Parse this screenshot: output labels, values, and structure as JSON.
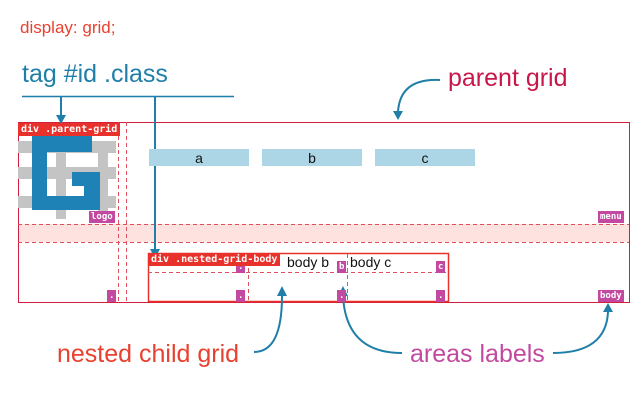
{
  "heading": "display: grid;",
  "selector_label": "tag #id .class",
  "parent_tag": "div .parent-grid",
  "nested_tag": "div .nested-grid-body",
  "menu_cells": [
    "a",
    "b",
    "c"
  ],
  "nested_cells": [
    "body b",
    "body c"
  ],
  "area_labels": {
    "logo": "logo",
    "menu": "menu",
    "body": "body",
    "dot": ".",
    "b": "b",
    "c": "c"
  },
  "callouts": {
    "parent": "parent grid",
    "nested": "nested child grid",
    "areas": "areas labels"
  },
  "colors": {
    "heading": "#e8412f",
    "selector": "#1f7fa8",
    "parent_callout": "#c8174a",
    "nested_callout": "#e8412f",
    "areas_callout": "#c2499f",
    "grid_line": "#d21f3c",
    "menu_cell": "#acd6e6",
    "arrow": "#1f7fa8"
  },
  "icons": [
    "logo-g-icon",
    "callout-arrow-icon"
  ]
}
